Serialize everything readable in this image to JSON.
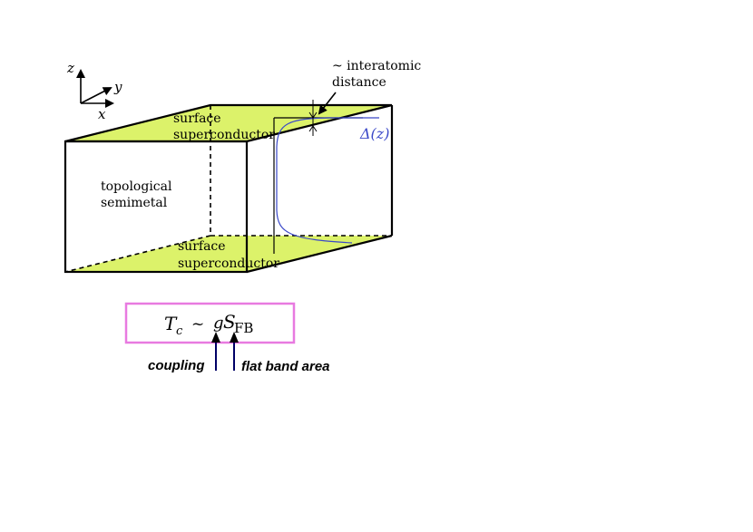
{
  "axes": {
    "z": "z",
    "y": "y",
    "x": "x"
  },
  "annotation": {
    "line1": "~ interatomic",
    "line2": "distance"
  },
  "gap_label": "Δ(z)",
  "top_surface": {
    "line1": "surface",
    "line2": "superconductor"
  },
  "bottom_surface": {
    "line1": "surface",
    "line2": "superconductor"
  },
  "bulk": {
    "line1": "topological",
    "line2": "semimetal"
  },
  "formula": {
    "lhs": "T",
    "lhs_sub": "c",
    "tilde": "~",
    "g": "g",
    "s": "S",
    "s_sub": "FB"
  },
  "labels": {
    "coupling": "coupling",
    "flat_band": "flat band area"
  },
  "colors": {
    "surface_fill": "#dcf26a",
    "profile_curve": "#3a48c8",
    "gap_label": "#3a48c8",
    "formula_border": "#e87ae0",
    "arrow": "#000066"
  }
}
